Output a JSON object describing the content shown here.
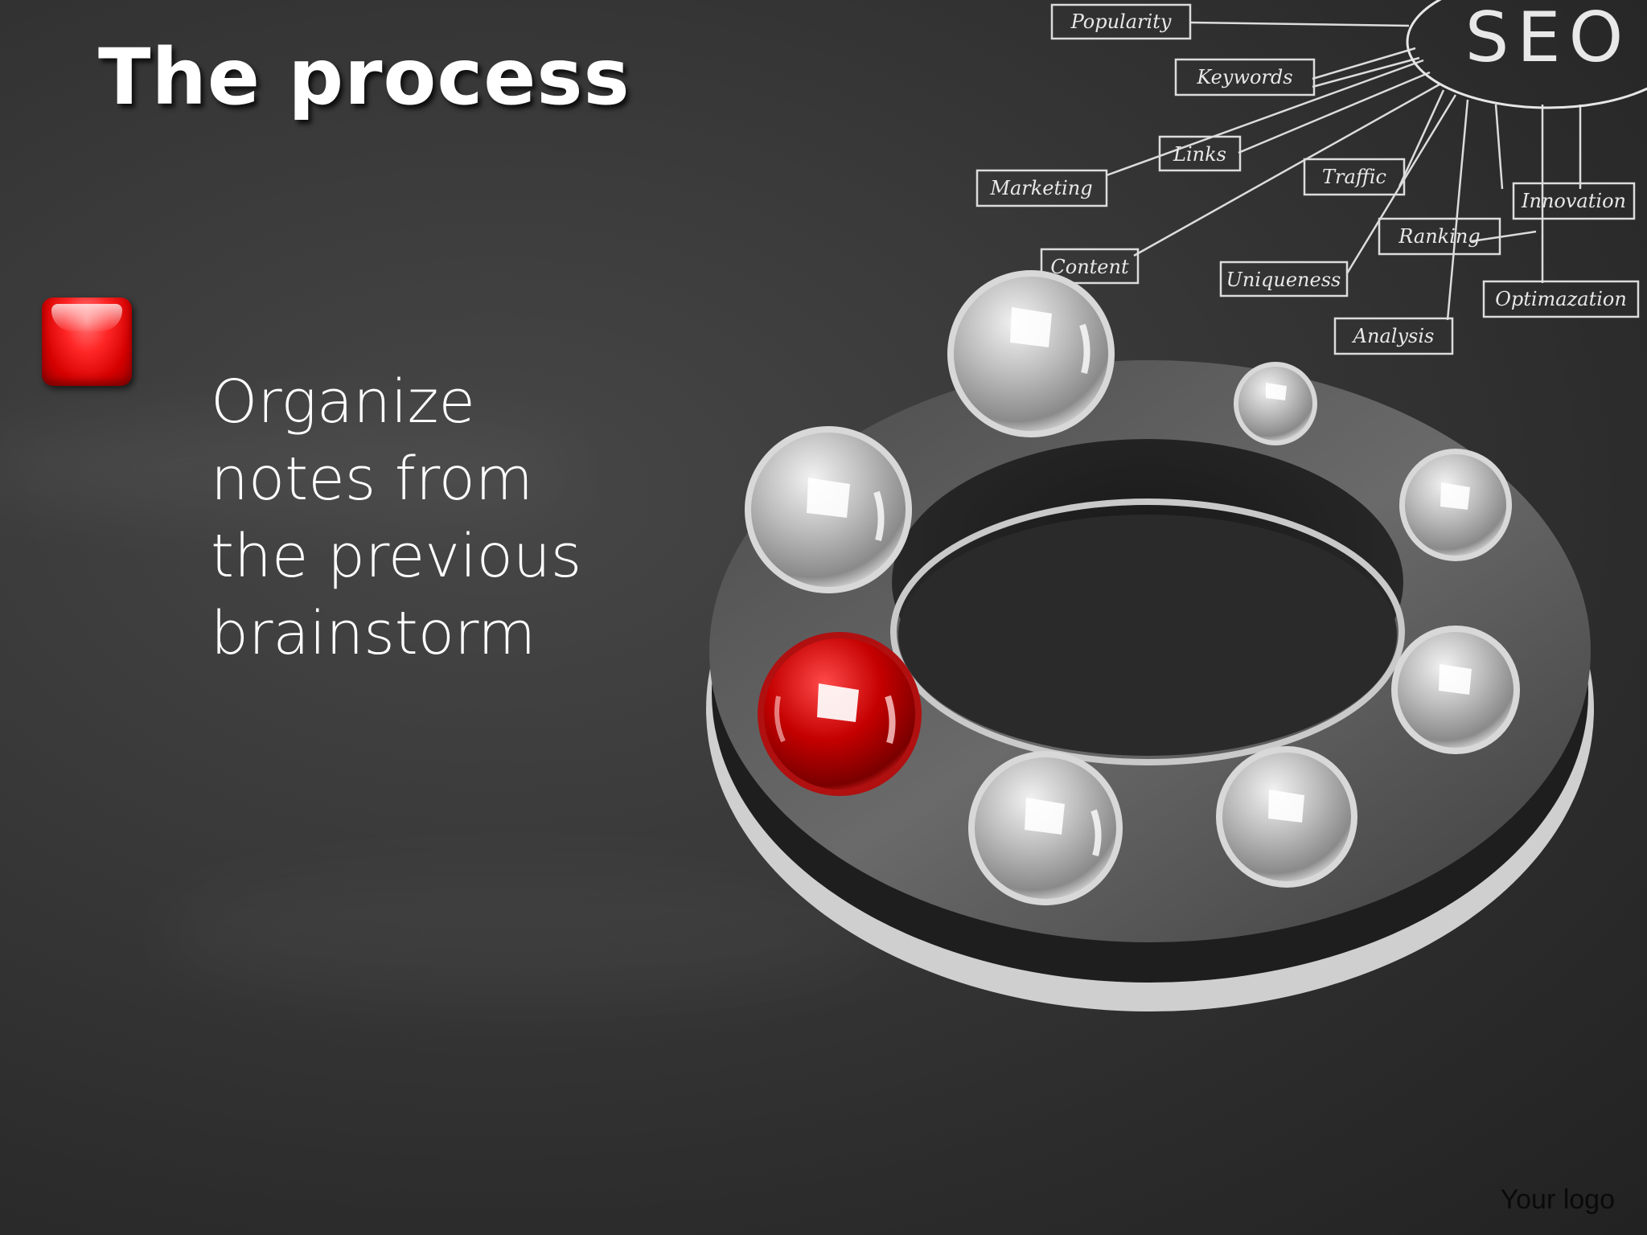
{
  "slide": {
    "title": "The process",
    "body_lines": [
      "Organize",
      "notes from",
      "the previous",
      "brainstorm"
    ],
    "logo_text": "Your logo"
  },
  "seo_map": {
    "center": "SEO",
    "nodes": [
      "Popularity",
      "Keywords",
      "Links",
      "Marketing",
      "Traffic",
      "Innovation",
      "Ranking",
      "Content",
      "Uniqueness",
      "Optimazation",
      "Analysis"
    ]
  },
  "colors": {
    "background": "#333333",
    "accent_red": "#d40000",
    "text": "#ffffff",
    "chalk": "#e8e8e8"
  },
  "icons": {
    "bullet": "red-square-bullet-icon",
    "ring": "ring-diagram-icon",
    "balls": "glass-sphere-icon"
  }
}
